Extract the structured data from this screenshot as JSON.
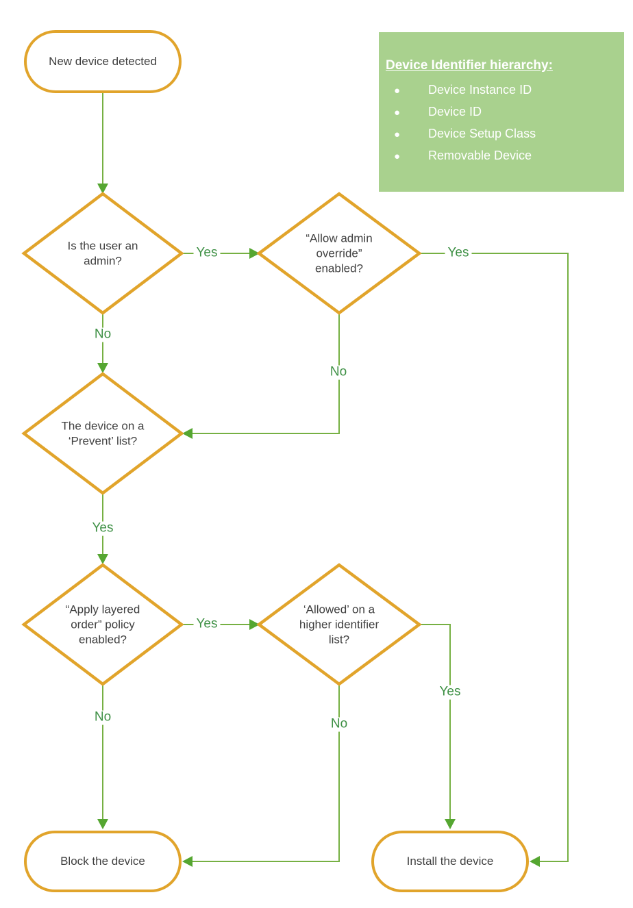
{
  "nodes": {
    "start": {
      "label": "New device detected"
    },
    "is_user_admin": {
      "label": "Is the user an admin?"
    },
    "allow_admin_override": {
      "label": "“Allow admin override” enabled?"
    },
    "device_on_prevent_list": {
      "label": "The device on a ‘Prevent’ list?"
    },
    "apply_layered_order": {
      "label": "“Apply layered order” policy enabled?"
    },
    "allowed_higher_identifier": {
      "label": "‘Allowed’ on a higher identifier list?"
    },
    "block": {
      "label": "Block the device"
    },
    "install": {
      "label": "Install the device"
    }
  },
  "edges": {
    "admin_yes": {
      "label": "Yes"
    },
    "admin_no": {
      "label": "No"
    },
    "override_yes": {
      "label": "Yes"
    },
    "override_no": {
      "label": "No"
    },
    "prevent_yes": {
      "label": "Yes"
    },
    "layered_yes": {
      "label": "Yes"
    },
    "layered_no": {
      "label": "No"
    },
    "allowed_yes": {
      "label": "Yes"
    },
    "allowed_no": {
      "label": "No"
    }
  },
  "info_box": {
    "title": "Device Identifier hierarchy:",
    "items": [
      "Device Instance ID",
      "Device ID",
      "Device Setup Class",
      "Removable Device"
    ]
  },
  "colors": {
    "shape_border": "#E1A42B",
    "connector": "#76B043",
    "arrowhead": "#55A631",
    "edge_label_text": "#3E9045",
    "node_text": "#404040",
    "info_background": "#A9D18E",
    "info_text": "#FFFFFF"
  }
}
